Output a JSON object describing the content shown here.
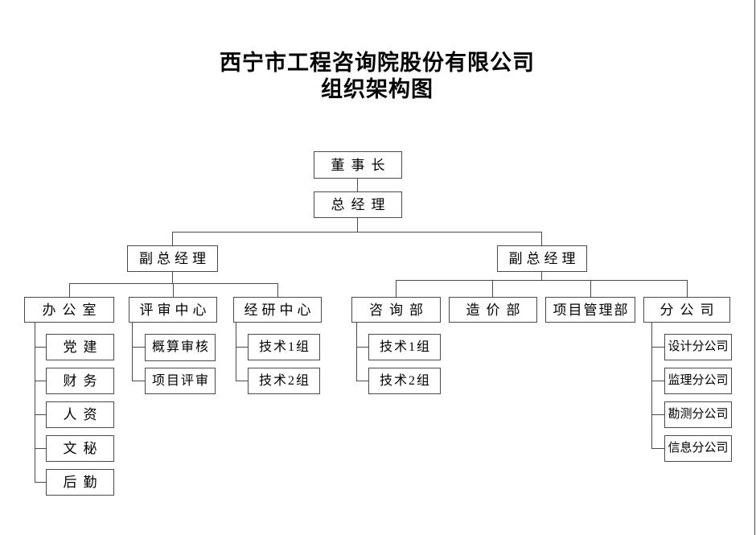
{
  "title": {
    "line1": "西宁市工程咨询院股份有限公司",
    "line2": "组织架构图"
  },
  "org": {
    "chairman": "董事长",
    "general_manager": "总经理",
    "deputy_left": "副总经理",
    "deputy_right": "副总经理",
    "left_departments": [
      {
        "name": "办公室",
        "children": [
          "党建",
          "财务",
          "人资",
          "文秘",
          "后勤"
        ]
      },
      {
        "name": "评审中心",
        "children": [
          "概算审核",
          "项目评审"
        ]
      },
      {
        "name": "经研中心",
        "children": [
          "技术1组",
          "技术2组"
        ]
      }
    ],
    "right_departments": [
      {
        "name": "咨询部",
        "children": [
          "技术1组",
          "技术2组"
        ]
      },
      {
        "name": "造价部",
        "children": []
      },
      {
        "name": "项目管理部",
        "children": []
      },
      {
        "name": "分公司",
        "children": [
          "设计分公司",
          "监理分公司",
          "勘测分公司",
          "信息分公司"
        ]
      }
    ]
  },
  "colors": {
    "line": "#4a4a4a",
    "text": "#000000",
    "background": "#ffffff"
  }
}
